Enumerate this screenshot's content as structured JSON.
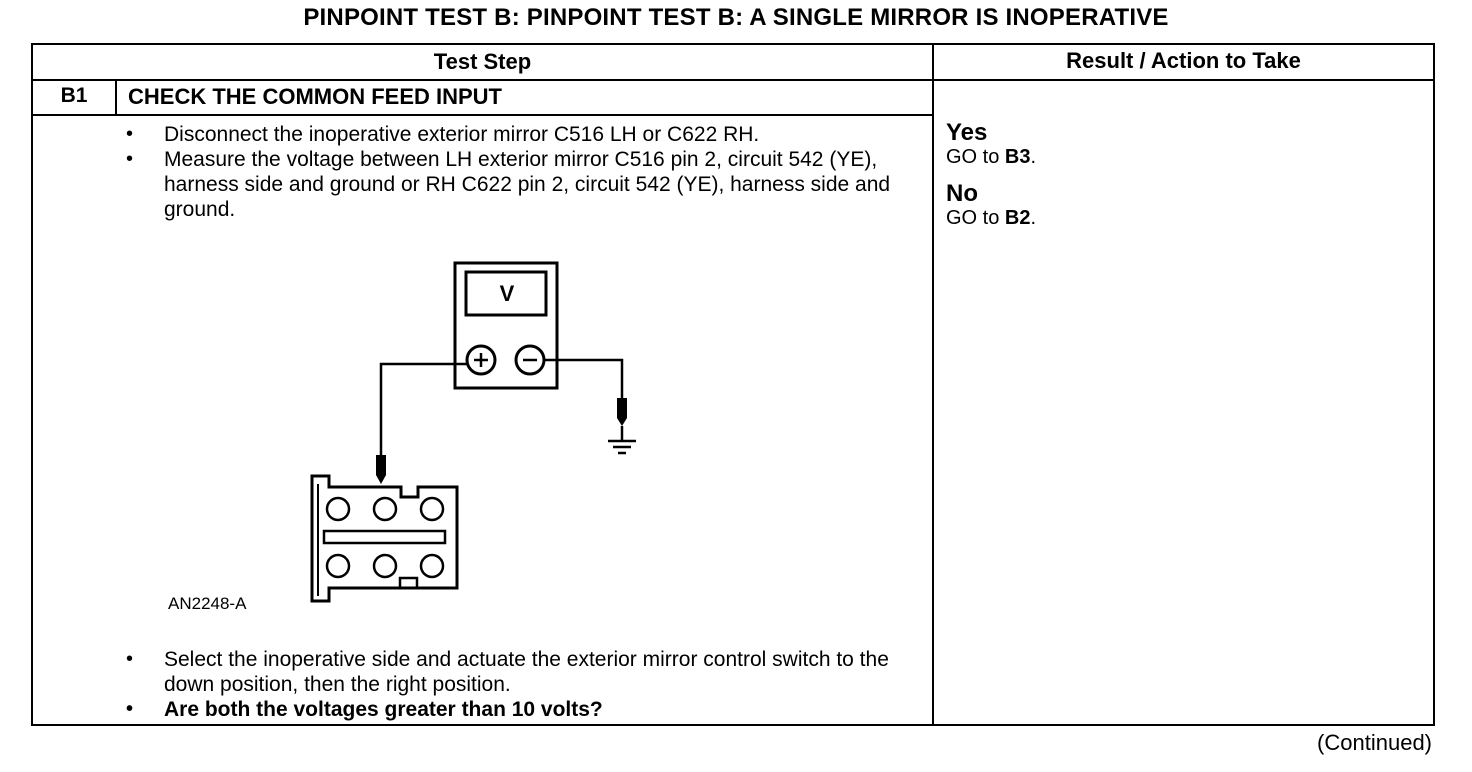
{
  "title": "PINPOINT TEST B: PINPOINT TEST B: A SINGLE MIRROR IS INOPERATIVE",
  "table": {
    "header_step": "Test Step",
    "header_result": "Result / Action to Take"
  },
  "step": {
    "id": "B1",
    "title": "CHECK THE COMMON FEED INPUT",
    "bullets_top": [
      "Disconnect the inoperative exterior mirror C516 LH or C622 RH.",
      "Measure the voltage between LH exterior mirror C516 pin 2, circuit 542 (YE), harness side and ground or RH C622 pin 2, circuit 542 (YE), harness side and ground."
    ],
    "bullets_bottom": [
      "Select the inoperative side and actuate the exterior mirror control switch to the down position, then the right position.",
      "Are both the voltages greater than 10 volts?"
    ]
  },
  "figure": {
    "meter_label": "V",
    "label": "AN2248-A"
  },
  "results": {
    "yes_label": "Yes",
    "yes_action_prefix": "GO to ",
    "yes_target": "B3",
    "no_label": "No",
    "no_action_prefix": "GO to ",
    "no_target": "B2"
  },
  "footer": {
    "continued": "(Continued)"
  }
}
